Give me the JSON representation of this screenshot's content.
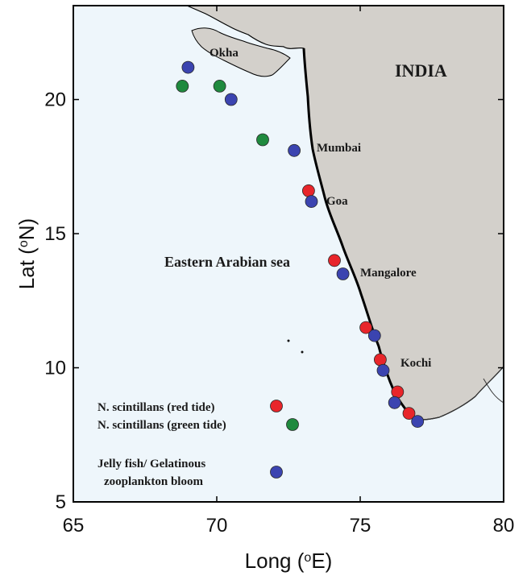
{
  "colors": {
    "sea": "#eef6fb",
    "land": "#d3d0cb",
    "coast": "#000000",
    "red": "#e8252a",
    "green": "#1f8a3e",
    "blue": "#3b44b0"
  },
  "axes": {
    "xlabel": "Long (",
    "xlabel_sup": "o",
    "xlabel_end": "E)",
    "ylabel": "Lat (",
    "ylabel_sup": "o",
    "ylabel_end": "N)",
    "xlim": [
      65,
      80
    ],
    "ylim": [
      5,
      23.5
    ],
    "xticks": [
      "65",
      "70",
      "75",
      "80"
    ],
    "yticks": [
      "5",
      "10",
      "15",
      "20"
    ]
  },
  "labels": {
    "india": "INDIA",
    "okha": "Okha",
    "mumbai": "Mumbai",
    "goa": "Goa",
    "mangalore": "Mangalore",
    "kochi": "Kochi",
    "region": "Eastern Arabian sea"
  },
  "legend": {
    "red": "N. scintillans (red tide)",
    "green": "N. scintillans (green tide)",
    "blue_line1": "Jelly fish/ Gelatinous",
    "blue_line2": "zooplankton bloom"
  },
  "chart_data": {
    "type": "scatter",
    "xlabel": "Long (oE)",
    "ylabel": "Lat (oN)",
    "xlim": [
      65,
      80
    ],
    "ylim": [
      5,
      23.5
    ],
    "grid": false,
    "legend_position": "bottom-left",
    "series": [
      {
        "name": "N. scintillans (red tide)",
        "color": "#e8252a",
        "points": [
          [
            73.2,
            16.6
          ],
          [
            74.1,
            14.0
          ],
          [
            75.2,
            11.5
          ],
          [
            75.7,
            10.3
          ],
          [
            76.3,
            9.1
          ],
          [
            76.7,
            8.3
          ]
        ]
      },
      {
        "name": "N. scintillans (green tide)",
        "color": "#1f8a3e",
        "points": [
          [
            68.8,
            20.5
          ],
          [
            70.1,
            20.5
          ],
          [
            71.6,
            18.5
          ]
        ]
      },
      {
        "name": "Jelly fish/ Gelatinous zooplankton bloom",
        "color": "#3b44b0",
        "points": [
          [
            69.0,
            21.2
          ],
          [
            70.5,
            20.0
          ],
          [
            72.7,
            18.1
          ],
          [
            73.3,
            16.2
          ],
          [
            74.4,
            13.5
          ],
          [
            75.5,
            11.2
          ],
          [
            75.8,
            9.9
          ],
          [
            76.2,
            8.7
          ],
          [
            77.0,
            8.0
          ]
        ]
      }
    ]
  }
}
